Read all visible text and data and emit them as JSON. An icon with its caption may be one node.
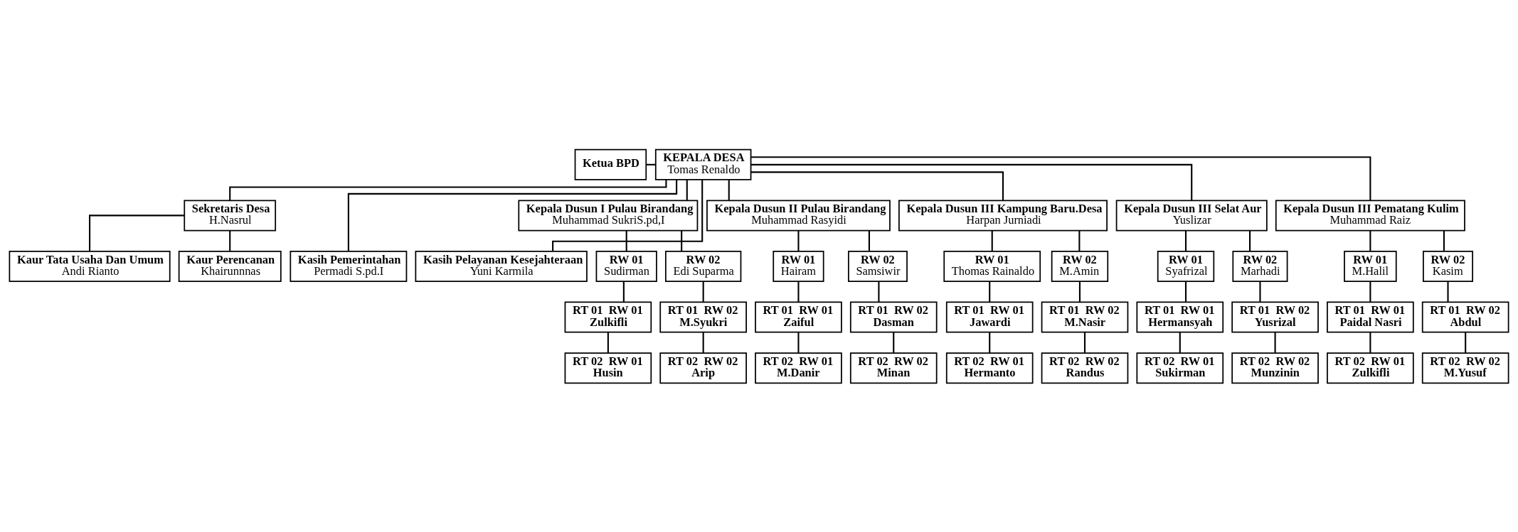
{
  "diagram": {
    "nodes": [
      {
        "text": [
          "Ketua BPD"
        ]
      },
      {
        "text": [
          "KEPALA DESA",
          "Tomas Renaldo"
        ]
      },
      {
        "text": [
          "Sekretaris Desa",
          "H.Nasrul"
        ]
      },
      {
        "text": [
          "Kasih Pemerintahan",
          "Permadi S.pd.I"
        ]
      },
      {
        "text": [
          "Kasih Pelayanan Kesejahteraan",
          "Yuni Karmila"
        ]
      },
      {
        "text": [
          "Kaur Tata Usaha Dan Umum",
          "Andi Rianto"
        ]
      },
      {
        "text": [
          "Kaur Perencanan",
          "Khairunnnas"
        ]
      },
      {
        "text": [
          "Kepala Dusun I Pulau Birandang",
          "Muhammad SukriS.pd,I"
        ]
      },
      {
        "text": [
          "Kepala Dusun II Pulau Birandang",
          "Muhammad Rasyidi"
        ]
      },
      {
        "text": [
          "Kepala Dusun III Kampung Baru.Desa",
          "Harpan Jurniadi"
        ]
      },
      {
        "text": [
          "Kepala Dusun III Selat Aur",
          "Yuslizar"
        ]
      },
      {
        "text": [
          "Kepala Dusun III Pematang Kulim",
          "Muhammad Raiz"
        ]
      },
      {
        "text": [
          "RW 01",
          "Sudirman"
        ]
      },
      {
        "text": [
          "RW 02",
          "Edi Suparma"
        ]
      },
      {
        "text": [
          "RW 01",
          "Hairam"
        ]
      },
      {
        "text": [
          "RW 02",
          "Samsiwir"
        ]
      },
      {
        "text": [
          "RW 01",
          "Thomas Rainaldo"
        ]
      },
      {
        "text": [
          "RW 02",
          "M.Amin"
        ]
      },
      {
        "text": [
          "RW 01",
          "Syafrizal"
        ]
      },
      {
        "text": [
          "RW 02",
          "Marhadi"
        ]
      },
      {
        "text": [
          "RW 01",
          "M.Halil"
        ]
      },
      {
        "text": [
          "RW 02",
          "Kasim"
        ]
      },
      {
        "text": [
          "RT 01  RW 01",
          "Zulkifli"
        ]
      },
      {
        "text": [
          "RT 01  RW 02",
          "M.Syukri"
        ]
      },
      {
        "text": [
          "RT 01  RW 01",
          "Zaiful"
        ]
      },
      {
        "text": [
          "RT 01  RW 02",
          "Dasman"
        ]
      },
      {
        "text": [
          "RT 01  RW 01",
          "Jawardi"
        ]
      },
      {
        "text": [
          "RT 01  RW 02",
          "M.Nasir"
        ]
      },
      {
        "text": [
          "RT 01  RW 01",
          "Hermansyah"
        ]
      },
      {
        "text": [
          "RT 01  RW 02",
          "Yusrizal"
        ]
      },
      {
        "text": [
          "RT 01  RW 01",
          "Paidal Nasri"
        ]
      },
      {
        "text": [
          "RT 01  RW 02",
          "Abdul"
        ]
      },
      {
        "text": [
          "RT 02  RW 01",
          "Husin"
        ]
      },
      {
        "text": [
          "RT 02  RW 02",
          "Arip"
        ]
      },
      {
        "text": [
          "RT 02  RW 01",
          "M.Danir"
        ]
      },
      {
        "text": [
          "RT 02  RW 02",
          "Minan"
        ]
      },
      {
        "text": [
          "RT 02  RW 01",
          "Hermanto"
        ]
      },
      {
        "text": [
          "RT 02  RW 02",
          "Randus"
        ]
      },
      {
        "text": [
          "RT 02  RW 01",
          "Sukirman"
        ]
      },
      {
        "text": [
          "RT 02  RW 02",
          "Munzinin"
        ]
      },
      {
        "text": [
          "RT 02  RW 01",
          "Zulkifli"
        ]
      },
      {
        "text": [
          "RT 02  RW 02",
          "M.Yusuf"
        ]
      }
    ],
    "edges": [
      {
        "from": 0,
        "to": 1,
        "arrow": "none"
      },
      {
        "from": 1,
        "to": 2,
        "arrow": "none"
      },
      {
        "from": 1,
        "to": 3,
        "arrow": "none"
      },
      {
        "from": 1,
        "to": 4,
        "arrow": "none"
      },
      {
        "from": 2,
        "to": 5,
        "arrow": "none"
      },
      {
        "from": 2,
        "to": 6,
        "arrow": "none"
      },
      {
        "from": 1,
        "to": 7,
        "arrow": "none"
      },
      {
        "from": 1,
        "to": 8,
        "arrow": "none"
      },
      {
        "from": 1,
        "to": 9,
        "arrow": "none"
      },
      {
        "from": 1,
        "to": 10,
        "arrow": "none"
      },
      {
        "from": 1,
        "to": 11,
        "arrow": "none"
      },
      {
        "from": 7,
        "to": 12,
        "arrow": "none"
      },
      {
        "from": 7,
        "to": 13,
        "arrow": "none"
      },
      {
        "from": 8,
        "to": 14,
        "arrow": "none"
      },
      {
        "from": 8,
        "to": 15,
        "arrow": "none"
      },
      {
        "from": 9,
        "to": 16,
        "arrow": "none"
      },
      {
        "from": 9,
        "to": 17,
        "arrow": "none"
      },
      {
        "from": 10,
        "to": 18,
        "arrow": "none"
      },
      {
        "from": 10,
        "to": 19,
        "arrow": "none"
      },
      {
        "from": 11,
        "to": 20,
        "arrow": "none"
      },
      {
        "from": 11,
        "to": 21,
        "arrow": "none"
      },
      {
        "from": 12,
        "to": 22,
        "arrow": "none"
      },
      {
        "from": 13,
        "to": 23,
        "arrow": "none"
      },
      {
        "from": 14,
        "to": 24,
        "arrow": "none"
      },
      {
        "from": 15,
        "to": 25,
        "arrow": "none"
      },
      {
        "from": 16,
        "to": 26,
        "arrow": "none"
      },
      {
        "from": 17,
        "to": 27,
        "arrow": "none"
      },
      {
        "from": 18,
        "to": 28,
        "arrow": "none"
      },
      {
        "from": 19,
        "to": 29,
        "arrow": "none"
      },
      {
        "from": 20,
        "to": 30,
        "arrow": "none"
      },
      {
        "from": 21,
        "to": 31,
        "arrow": "none"
      },
      {
        "from": 22,
        "to": 32,
        "arrow": "none"
      },
      {
        "from": 23,
        "to": 33,
        "arrow": "none"
      },
      {
        "from": 24,
        "to": 34,
        "arrow": "none"
      },
      {
        "from": 25,
        "to": 35,
        "arrow": "none"
      },
      {
        "from": 26,
        "to": 36,
        "arrow": "none"
      },
      {
        "from": 27,
        "to": 37,
        "arrow": "none"
      },
      {
        "from": 28,
        "to": 38,
        "arrow": "none"
      },
      {
        "from": 29,
        "to": 39,
        "arrow": "none"
      },
      {
        "from": 30,
        "to": 40,
        "arrow": "none"
      },
      {
        "from": 31,
        "to": 41,
        "arrow": "none"
      }
    ]
  }
}
